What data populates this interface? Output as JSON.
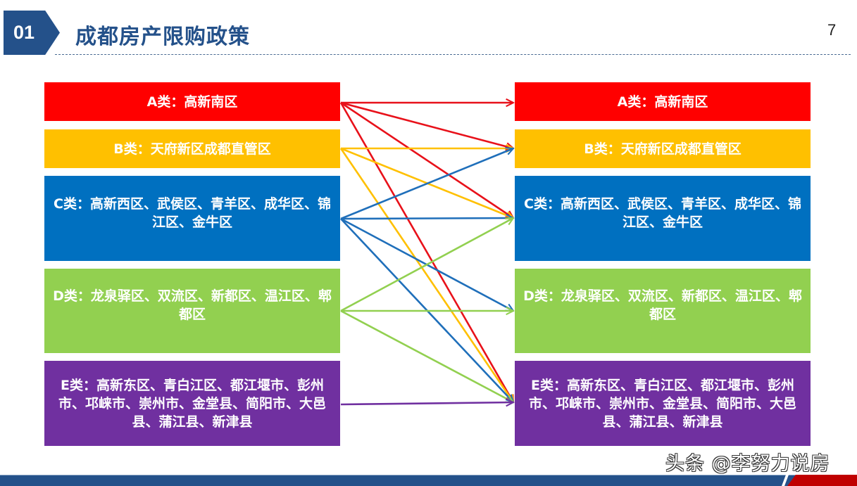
{
  "header": {
    "section_number": "01",
    "title": "成都房产限购政策",
    "page_number": "7"
  },
  "categories": {
    "left": [
      {
        "id": "A",
        "label": "A类：高新南区",
        "color": "#ff0000"
      },
      {
        "id": "B",
        "label": "B类：天府新区成都直管区",
        "color": "#ffc000"
      },
      {
        "id": "C",
        "label": "C类：高新西区、武侯区、青羊区、成华区、锦江区、金牛区",
        "color": "#0070c0"
      },
      {
        "id": "D",
        "label": "D类：龙泉驿区、双流区、新都区、温江区、郫都区",
        "color": "#92d050"
      },
      {
        "id": "E",
        "label": "E类：高新东区、青白江区、都江堰市、彭州市、邛崃市、崇州市、金堂县、简阳市、大邑县、蒲江县、新津县",
        "color": "#7030a0"
      }
    ],
    "right": [
      {
        "id": "A",
        "label": "A类：高新南区",
        "color": "#ff0000"
      },
      {
        "id": "B",
        "label": "B类：天府新区成都直管区",
        "color": "#ffc000"
      },
      {
        "id": "C",
        "label": "C类：高新西区、武侯区、青羊区、成华区、锦江区、金牛区",
        "color": "#0070c0"
      },
      {
        "id": "D",
        "label": "D类：龙泉驿区、双流区、新都区、温江区、郫都区",
        "color": "#92d050"
      },
      {
        "id": "E",
        "label": "E类：高新东区、青白江区、都江堰市、彭州市、邛崃市、崇州市、金堂县、简阳市、大邑县、蒲江县、新津县",
        "color": "#7030a0"
      }
    ]
  },
  "connections": [
    {
      "from": "A",
      "to": [
        "A",
        "B",
        "C",
        "E"
      ],
      "color": "#e8111a"
    },
    {
      "from": "B",
      "to": [
        "B",
        "C",
        "E"
      ],
      "color": "#ffc000"
    },
    {
      "from": "C",
      "to": [
        "B",
        "C",
        "D",
        "E"
      ],
      "color": "#1f6fba"
    },
    {
      "from": "D",
      "to": [
        "C",
        "D",
        "E"
      ],
      "color": "#92d050"
    },
    {
      "from": "E",
      "to": [
        "E"
      ],
      "color": "#7030a0"
    }
  ],
  "footer": {
    "watermark": "头条 @李努力说房"
  }
}
